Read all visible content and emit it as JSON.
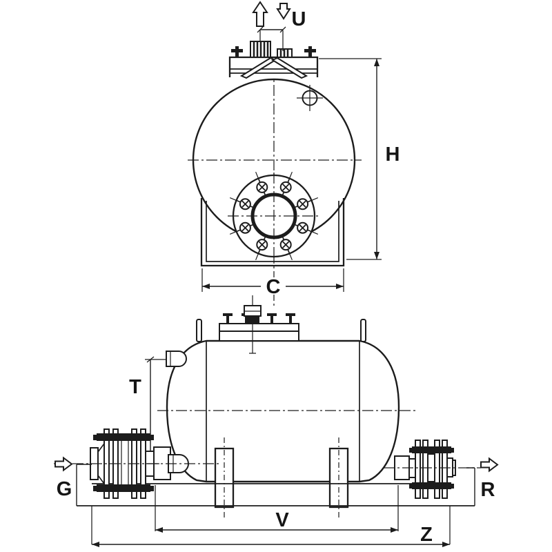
{
  "drawing": {
    "type": "technical-dimension-drawing",
    "colors": {
      "background": "#ffffff",
      "ink": "#1c1c1c"
    },
    "labels": {
      "u": "U",
      "h": "H",
      "c": "C",
      "t": "T",
      "v": "V",
      "z": "Z",
      "g": "G",
      "r": "R"
    }
  }
}
